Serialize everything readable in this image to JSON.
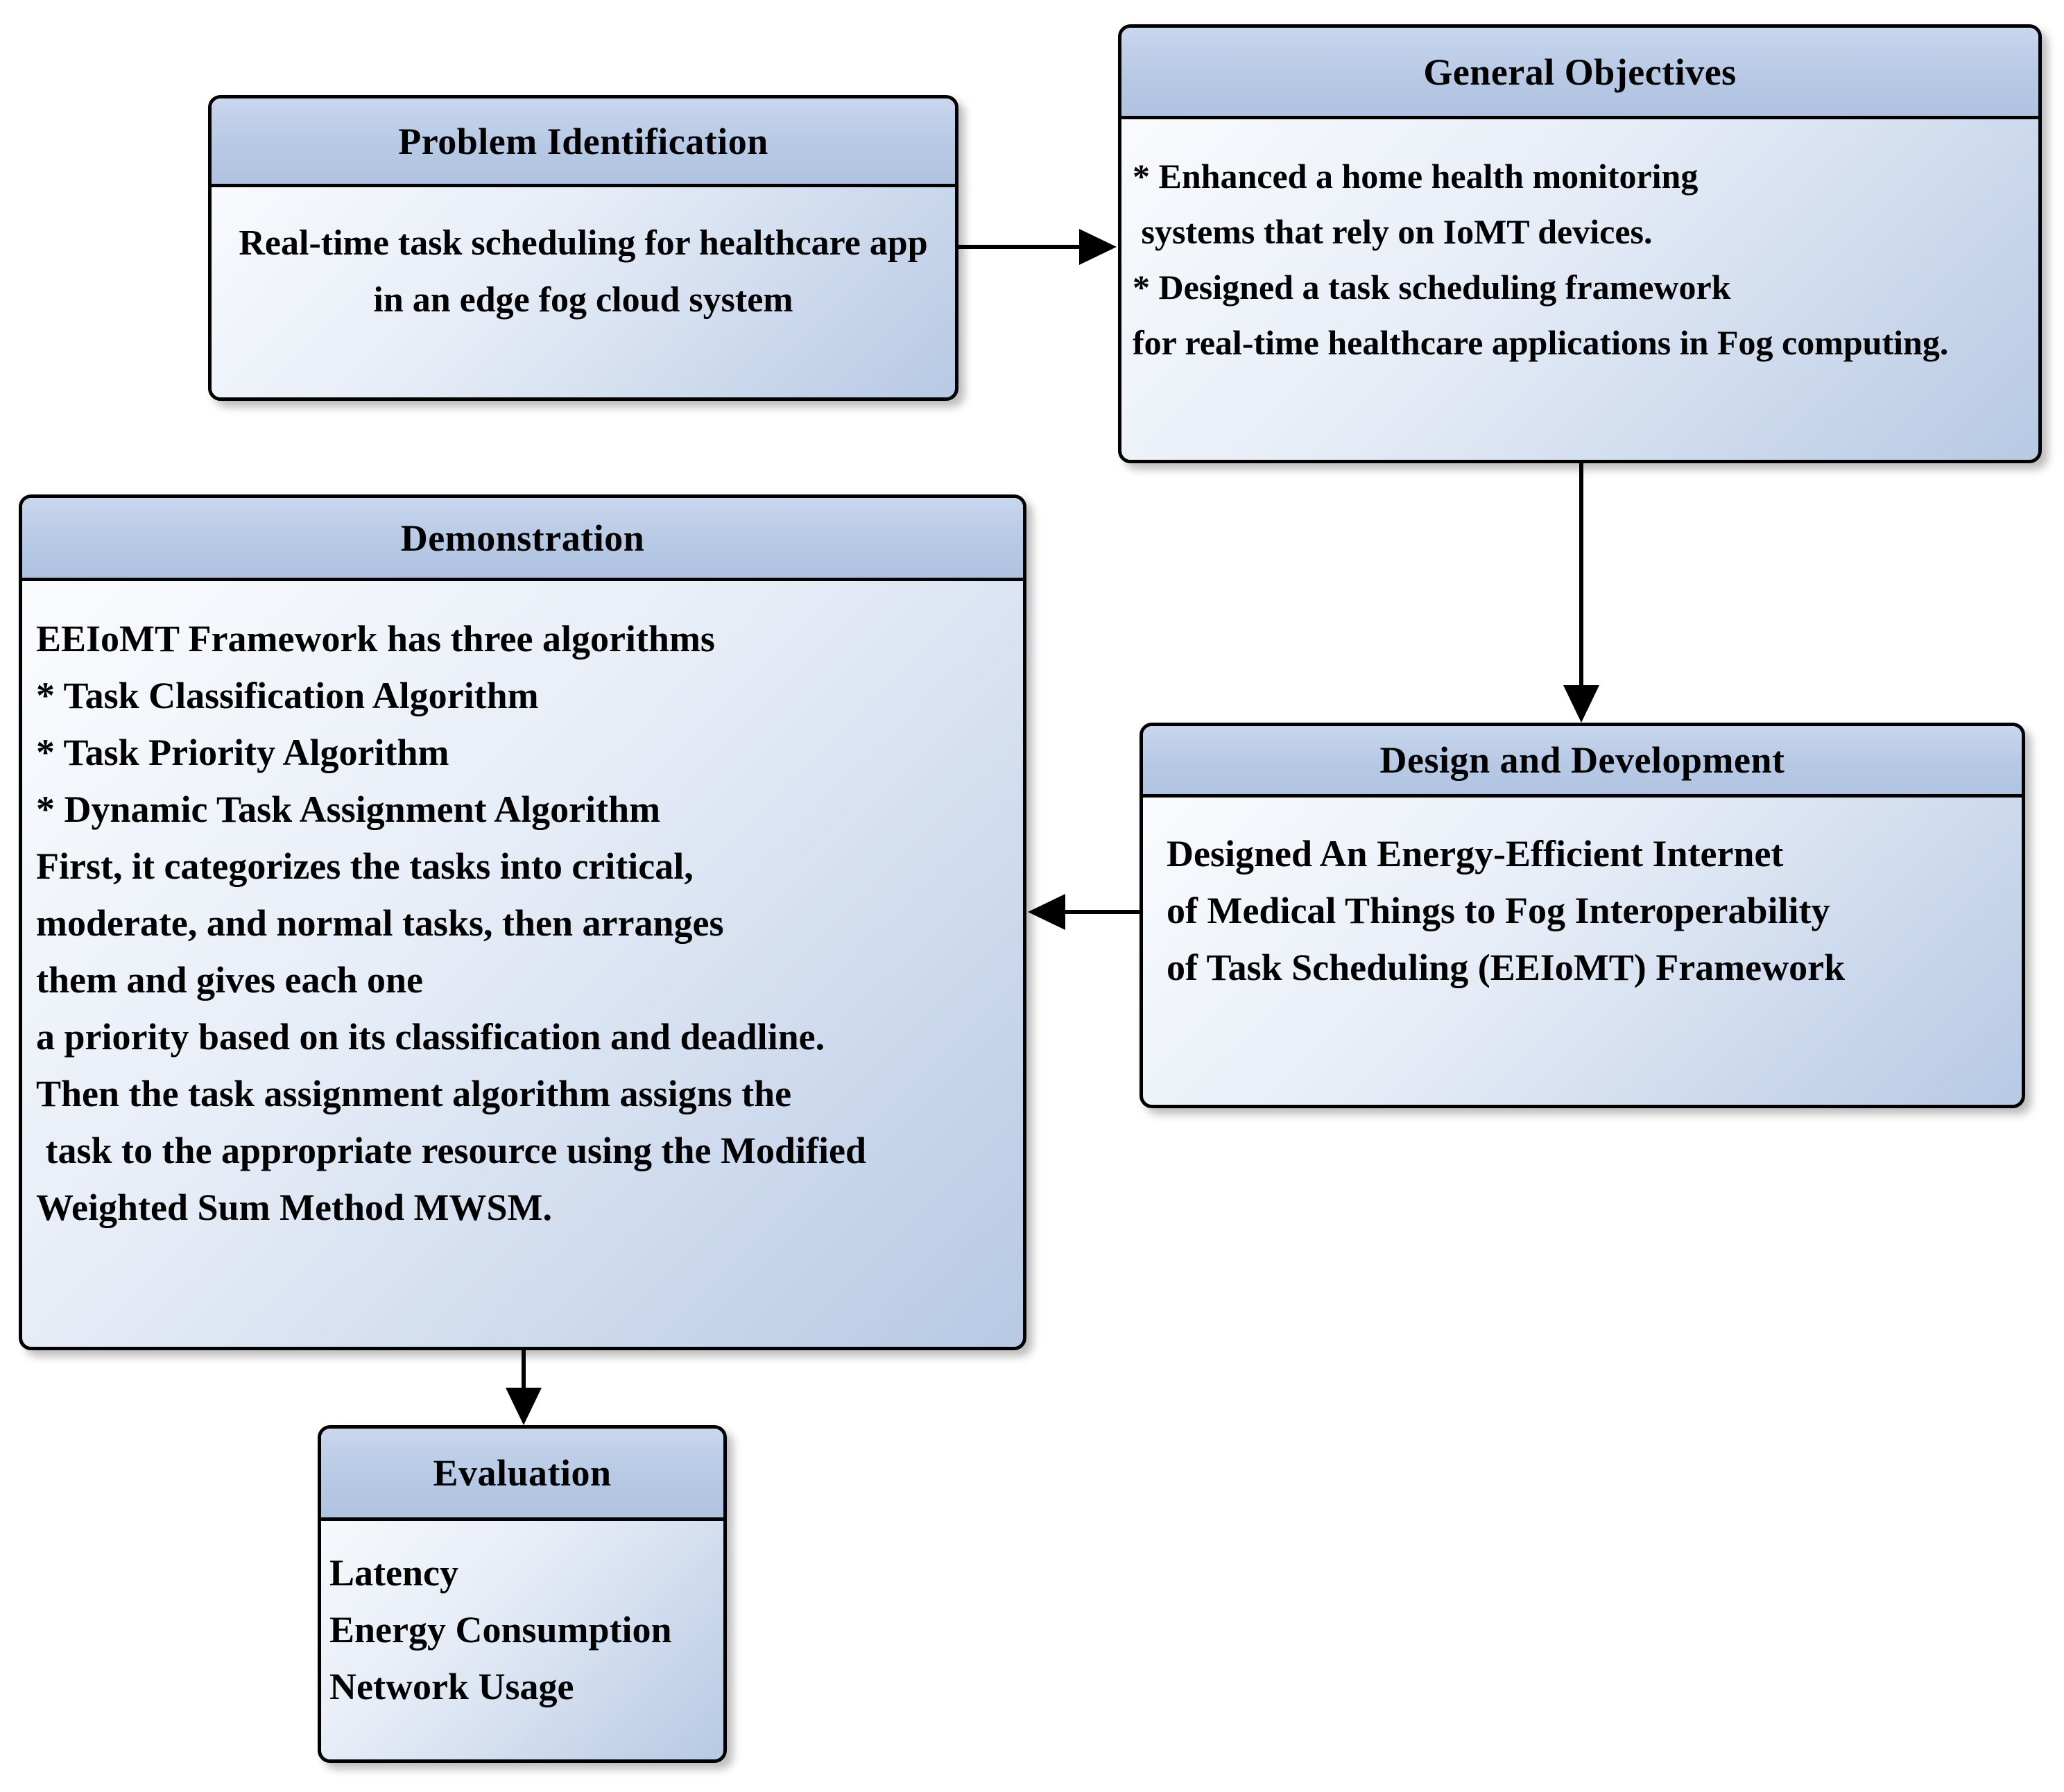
{
  "colors": {
    "background": "#ffffff",
    "box_border": "#000000",
    "header_fill_top": "#c9d6ee",
    "header_fill_bottom": "#afc3e1",
    "body_fill_light": "#fcfdfe",
    "body_fill_dark": "#b7c9e4",
    "arrow": "#000000",
    "text": "#000000"
  },
  "boxes": {
    "problem_identification": {
      "title": "Problem Identification",
      "body": [
        "Real-time task scheduling for healthcare app",
        "in an edge fog cloud system"
      ]
    },
    "general_objectives": {
      "title": "General Objectives",
      "body": [
        "* Enhanced a home health monitoring",
        " systems that rely on IoMT devices.",
        "* Designed a task scheduling framework",
        "for real-time healthcare applications in Fog computing."
      ]
    },
    "demonstration": {
      "title": "Demonstration",
      "body": [
        "EEIoMT Framework has three algorithms",
        "* Task Classification Algorithm",
        "* Task Priority Algorithm",
        "* Dynamic Task Assignment Algorithm",
        "First, it categorizes the tasks into critical,",
        "moderate, and normal tasks, then arranges",
        "them and gives each one",
        "a priority based on its classification and deadline.",
        "Then the task assignment algorithm assigns the",
        " task to the appropriate resource using the Modified",
        "Weighted Sum Method MWSM."
      ]
    },
    "design_and_development": {
      "title": "Design and Development",
      "body": [
        "Designed An Energy-Efficient Internet",
        "of Medical Things to Fog Interoperability",
        "of Task Scheduling (EEIoMT) Framework"
      ]
    },
    "evaluation": {
      "title": "Evaluation",
      "body": [
        "Latency",
        "Energy Consumption",
        "Network Usage"
      ]
    }
  },
  "arrows": [
    {
      "from": "problem_identification",
      "to": "general_objectives",
      "direction": "right"
    },
    {
      "from": "general_objectives",
      "to": "design_and_development",
      "direction": "down"
    },
    {
      "from": "design_and_development",
      "to": "demonstration",
      "direction": "left"
    },
    {
      "from": "demonstration",
      "to": "evaluation",
      "direction": "down"
    }
  ]
}
